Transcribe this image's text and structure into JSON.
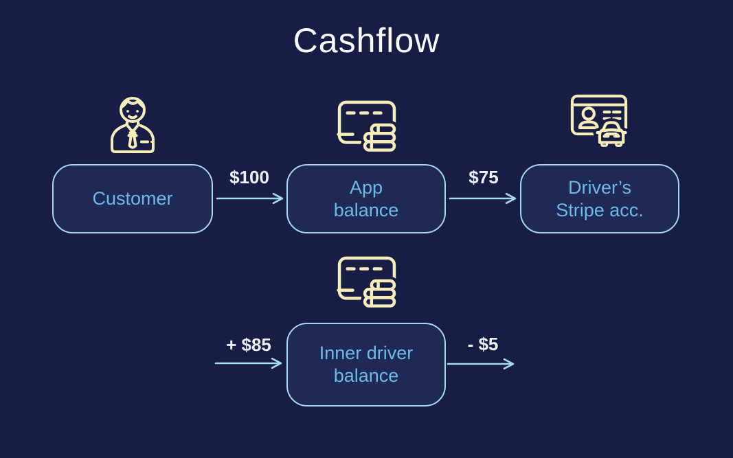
{
  "title": "Cashflow",
  "nodes": [
    {
      "id": "customer",
      "label_lines": [
        "Customer"
      ],
      "icon": "person-icon"
    },
    {
      "id": "app-balance",
      "label_lines": [
        "App",
        "balance"
      ],
      "icon": "credit-card-coins-icon"
    },
    {
      "id": "driver-stripe-account",
      "label_lines": [
        "Driver’s",
        "Stripe acc."
      ],
      "icon": "driver-license-car-icon"
    },
    {
      "id": "inner-driver-balance",
      "label_lines": [
        "Inner driver",
        "balance"
      ],
      "icon": "credit-card-coins-icon"
    }
  ],
  "flows": [
    {
      "from": "customer",
      "to": "app-balance",
      "label": "$100"
    },
    {
      "from": "app-balance",
      "to": "driver-stripe-account",
      "label": "$75"
    },
    {
      "to": "inner-driver-balance",
      "label": "+ $85"
    },
    {
      "from": "inner-driver-balance",
      "label": "- $5"
    }
  ],
  "colors": {
    "background": "#171d44",
    "node_fill": "#1e2a53",
    "node_border": "#a7d4f2",
    "node_text": "#6db8e8",
    "arrow": "#a5d8f3",
    "amount_text": "#eef1f5",
    "icon": "#f7edba",
    "title": "#fcfcfc"
  }
}
